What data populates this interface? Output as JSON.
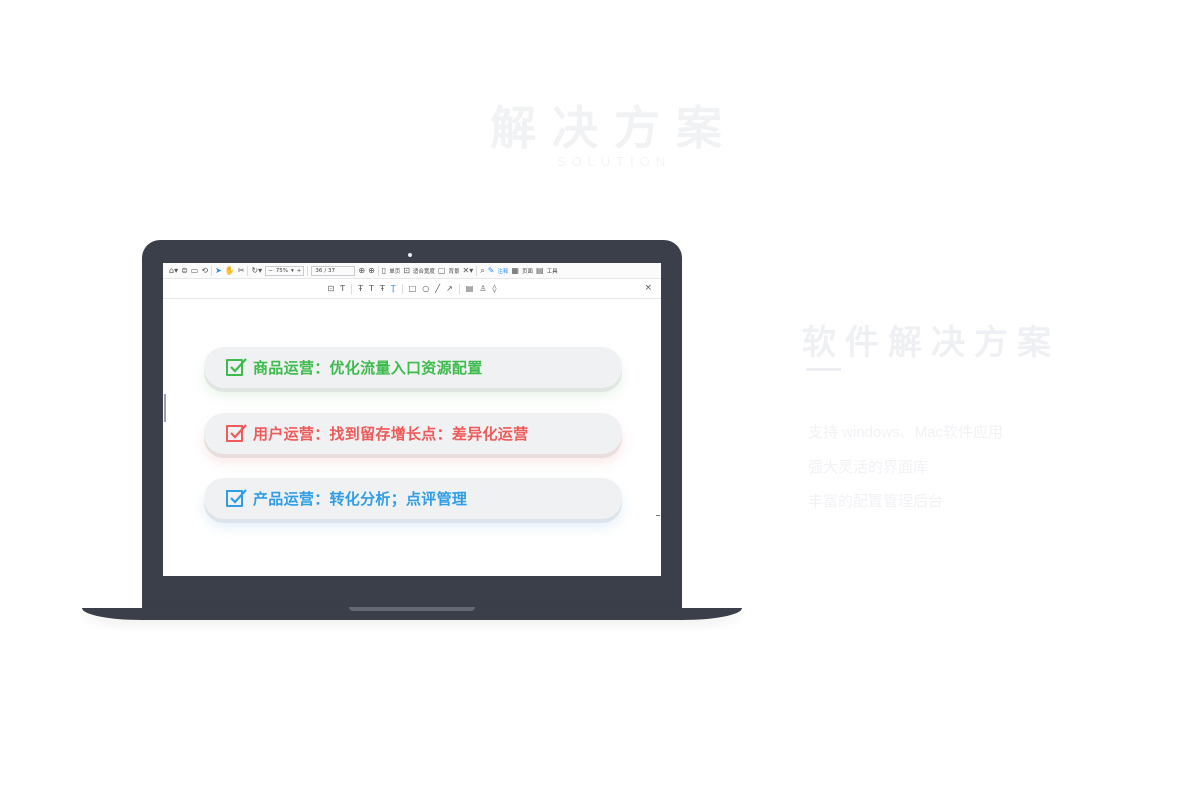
{
  "hero": {
    "title": "解决方案",
    "subtitle": "SOLUTION"
  },
  "toolbar_main": {
    "zoom": "75%",
    "page_current": "36",
    "page_total": "/ 37",
    "single_page": "单页",
    "fit_width": "适合宽度",
    "background": "背景",
    "annotate": "注释",
    "page_tab": "页面",
    "tools": "工具"
  },
  "cards": [
    {
      "text": "商品运营：优化流量入口资源配置",
      "color": "#3dbb4c"
    },
    {
      "text": "用户运营：找到留存增长点：差异化运营",
      "color": "#ef5a5a"
    },
    {
      "text": "产品运营：转化分析；点评管理",
      "color": "#2f9ee6"
    }
  ],
  "solution": {
    "title": "软件解决方案",
    "features": [
      "支持  windows、Mac软件应用",
      "强大灵活的界面库",
      "丰富的配置管理后台"
    ]
  },
  "colors": {
    "laptop": "#3a3f4a",
    "accent_blue": "#2a8ff2"
  }
}
